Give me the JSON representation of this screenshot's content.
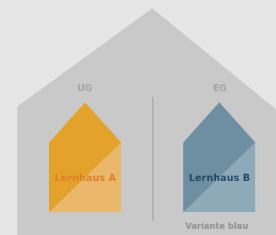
{
  "diagram": {
    "floors": {
      "lower": "UG",
      "ground": "EG"
    },
    "houses": {
      "a": {
        "label": "Lernhaus A",
        "fill_color": "#e3a22c",
        "highlight_color": "#e9b86a",
        "text_color": "#e07d27"
      },
      "b": {
        "label": "Lernhaus B",
        "fill_color": "#6e8fa2",
        "highlight_color": "#8eaab9",
        "text_color": "#1f4a63"
      }
    },
    "variant_label": "Variante blau",
    "colors": {
      "background": "#e6e6e6",
      "roof": "#c9c9c9",
      "divider": "#9a9a9a"
    }
  }
}
